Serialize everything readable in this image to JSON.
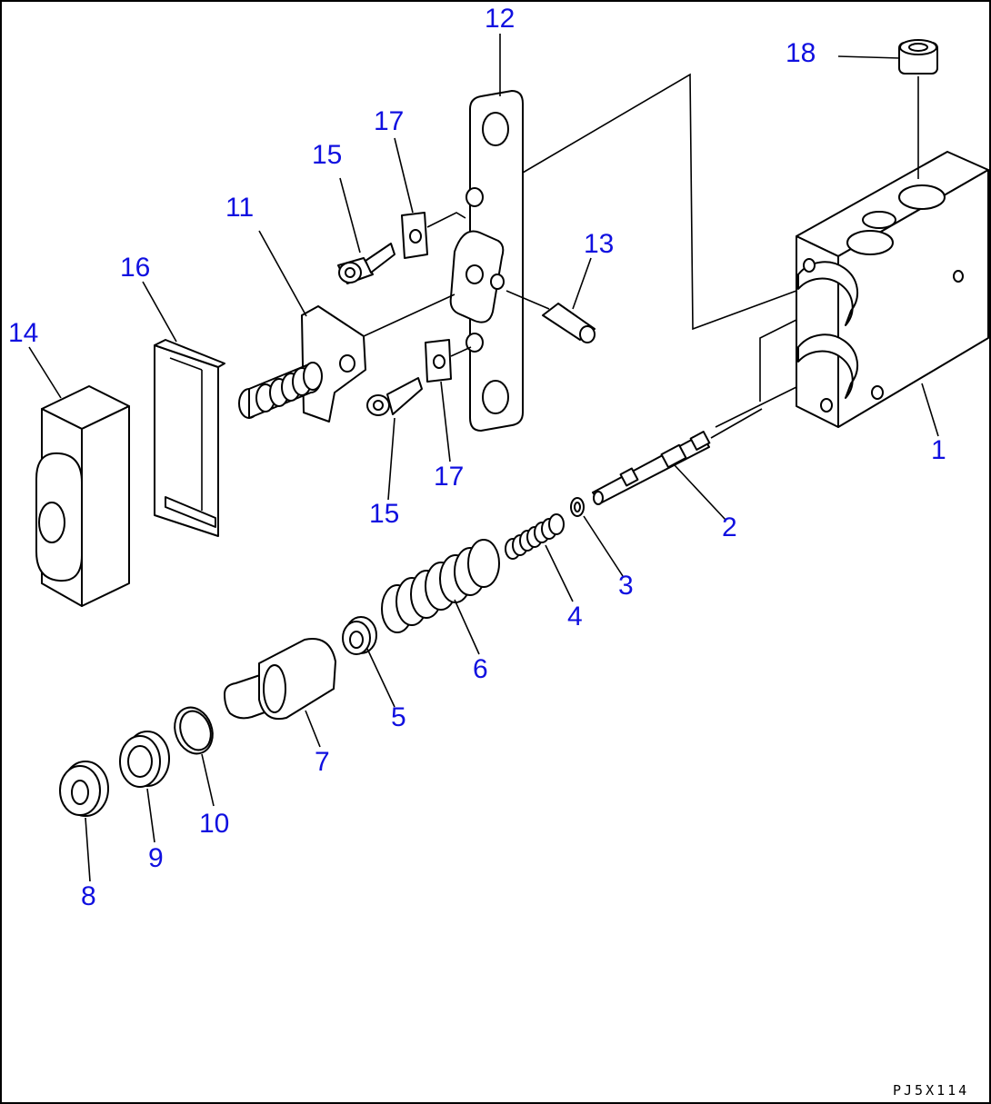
{
  "diagram": {
    "drawing_code": "PJ5X114",
    "callout_color": "#1010e0",
    "callouts": [
      {
        "id": "1",
        "label": "1",
        "part": "valve-body"
      },
      {
        "id": "2",
        "label": "2",
        "part": "spool"
      },
      {
        "id": "3",
        "label": "3",
        "part": "washer"
      },
      {
        "id": "4",
        "label": "4",
        "part": "small-spring"
      },
      {
        "id": "5",
        "label": "5",
        "part": "retainer"
      },
      {
        "id": "6",
        "label": "6",
        "part": "large-spring"
      },
      {
        "id": "7",
        "label": "7",
        "part": "piston"
      },
      {
        "id": "8",
        "label": "8",
        "part": "seal"
      },
      {
        "id": "9",
        "label": "9",
        "part": "bushing"
      },
      {
        "id": "10",
        "label": "10",
        "part": "o-ring"
      },
      {
        "id": "11",
        "label": "11",
        "part": "plunger-bracket"
      },
      {
        "id": "12",
        "label": "12",
        "part": "plate"
      },
      {
        "id": "13",
        "label": "13",
        "part": "pin"
      },
      {
        "id": "14",
        "label": "14",
        "part": "cover"
      },
      {
        "id": "15a",
        "label": "15",
        "part": "bolt-upper"
      },
      {
        "id": "15b",
        "label": "15",
        "part": "bolt-lower"
      },
      {
        "id": "16",
        "label": "16",
        "part": "gasket"
      },
      {
        "id": "17a",
        "label": "17",
        "part": "clip-upper"
      },
      {
        "id": "17b",
        "label": "17",
        "part": "clip-lower"
      },
      {
        "id": "18",
        "label": "18",
        "part": "plug"
      }
    ]
  }
}
